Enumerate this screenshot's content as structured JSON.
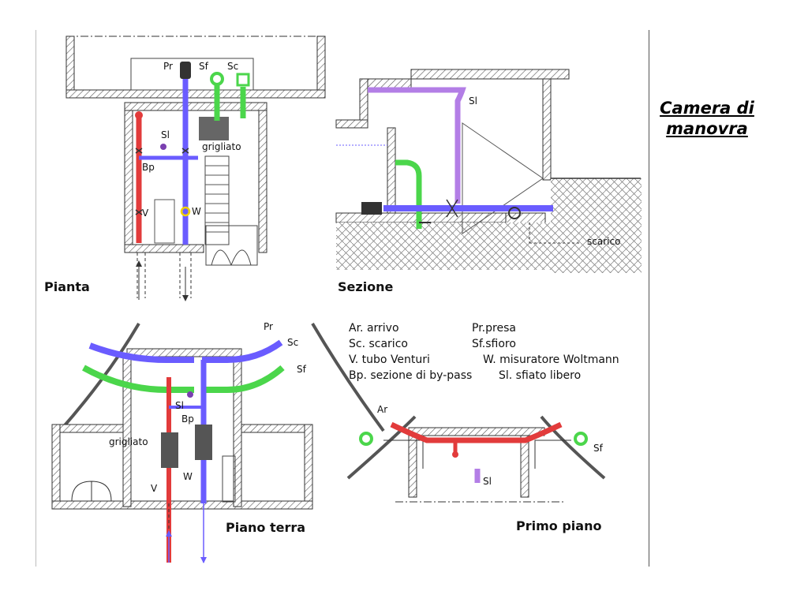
{
  "slide": {
    "title": "Camera di\nmanovra"
  },
  "views": {
    "plan": {
      "caption": "Pianta",
      "labels": {
        "pr": "Pr",
        "sf": "Sf",
        "sc": "Sc",
        "sl": "Sl",
        "bp": "Bp",
        "v": "V",
        "w": "W",
        "grid": "grigliato"
      }
    },
    "section": {
      "caption": "Sezione",
      "labels": {
        "sl": "Sl",
        "drain": "scarico"
      }
    },
    "ground": {
      "caption": "Piano terra",
      "labels": {
        "pr": "Pr",
        "sc": "Sc",
        "sf": "Sf",
        "sl": "Sl",
        "bp": "Bp",
        "grid": "grigliato",
        "w": "W",
        "v": "V"
      }
    },
    "first": {
      "caption": "Primo piano",
      "labels": {
        "ar": "Ar",
        "sf": "Sf",
        "sl": "Sl"
      }
    }
  },
  "legend": [
    {
      "left": "Ar. arrivo",
      "right": "Pr.presa"
    },
    {
      "left": "Sc. scarico",
      "right": "Sf.sfioro"
    },
    {
      "left": "V.   tubo Venturi",
      "right": "W. misuratore Woltmann"
    },
    {
      "left": "Bp. sezione di by-pass",
      "right": "Sl. sfiato libero"
    }
  ],
  "colors": {
    "red": "#e23b3b",
    "blue": "#6a5cff",
    "green": "#4bd64b",
    "violet": "#b37ee6",
    "wall": "#333333"
  }
}
